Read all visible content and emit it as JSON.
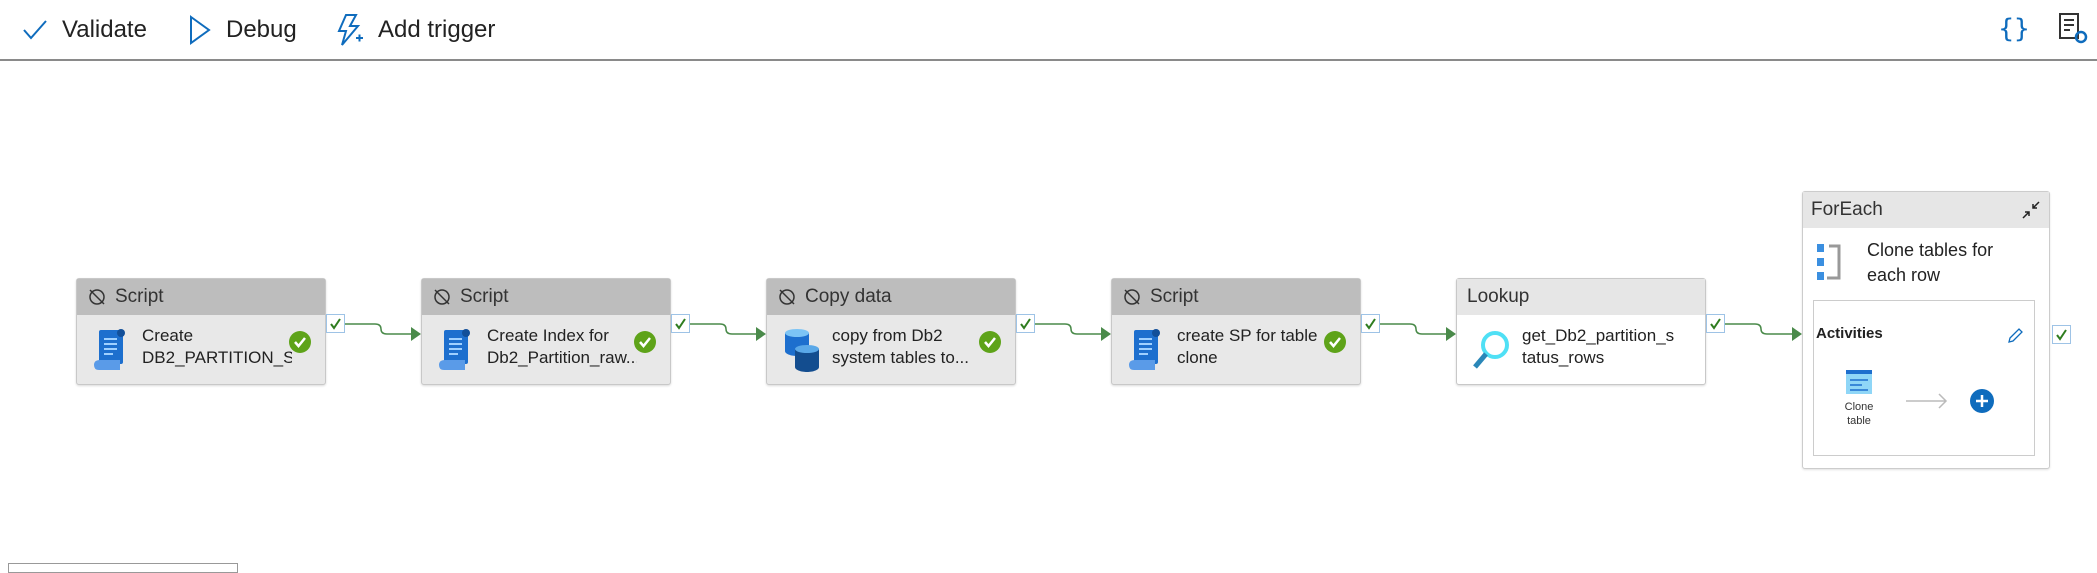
{
  "toolbar": {
    "validate": "Validate",
    "debug": "Debug",
    "add_trigger": "Add trigger",
    "right_icons": [
      "code-braces-icon",
      "properties-icon"
    ]
  },
  "colors": {
    "accent": "#0f6cbd",
    "success": "#5ea319",
    "link": "#4a8a4a",
    "header_gray": "#bdbdbd"
  },
  "activities": [
    {
      "type": "Script",
      "name_line1": "Create",
      "name_line2": "DB2_PARTITION_S...",
      "deactivated": true,
      "icon": "script-icon",
      "succeeded": true
    },
    {
      "type": "Script",
      "name_line1": "Create Index for",
      "name_line2": "Db2_Partition_raw...",
      "deactivated": true,
      "icon": "script-icon",
      "succeeded": true
    },
    {
      "type": "Copy data",
      "name_line1": "copy from Db2",
      "name_line2": "system tables to...",
      "deactivated": true,
      "icon": "copy-data-icon",
      "succeeded": true
    },
    {
      "type": "Script",
      "name_line1": "create SP for table",
      "name_line2": "clone",
      "deactivated": true,
      "icon": "script-icon",
      "succeeded": true
    },
    {
      "type": "Lookup",
      "name_line1": "get_Db2_partition_s",
      "name_line2": "tatus_rows",
      "deactivated": false,
      "icon": "lookup-icon",
      "succeeded": false
    }
  ],
  "foreach": {
    "type": "ForEach",
    "name_line1": "Clone tables for",
    "name_line2": "each row",
    "activities_label": "Activities",
    "inner_activity_line1": "Clone",
    "inner_activity_line2": "table"
  }
}
